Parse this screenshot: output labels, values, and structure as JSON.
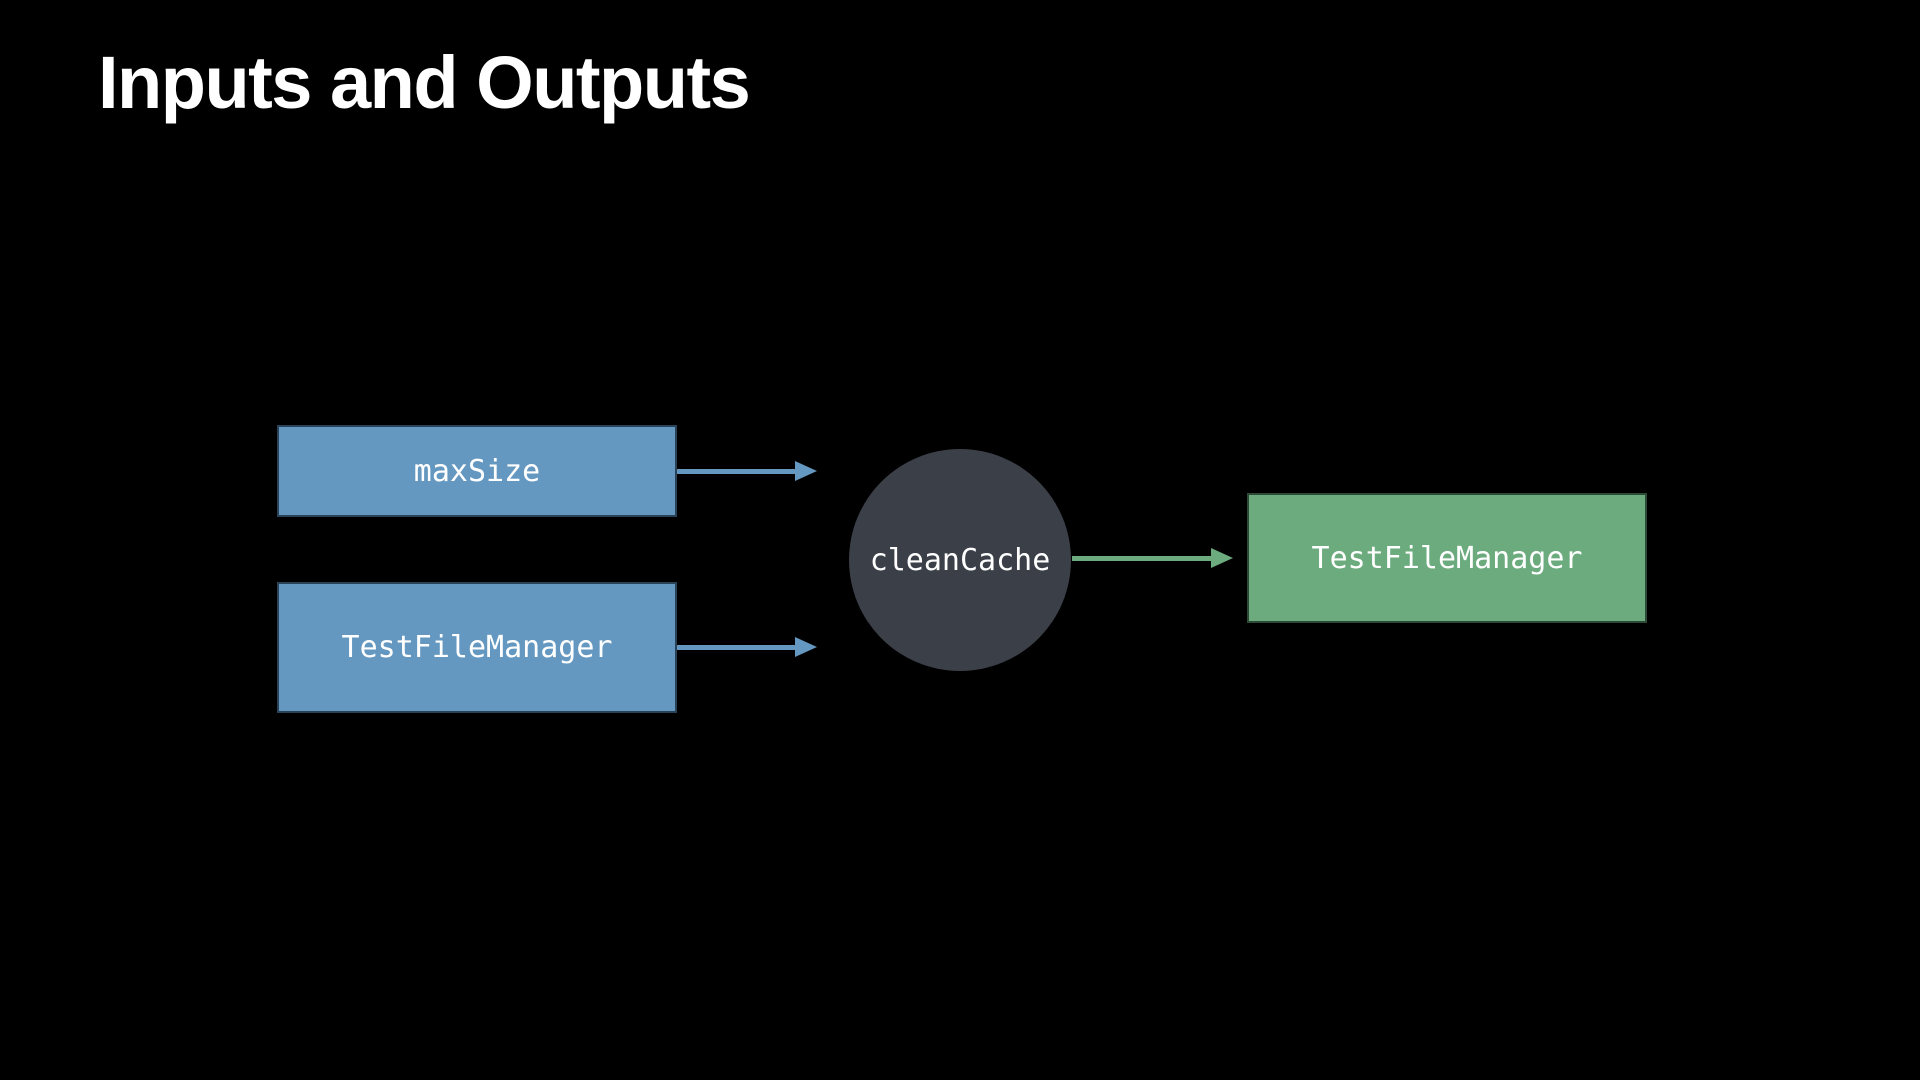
{
  "slide": {
    "title": "Inputs and Outputs"
  },
  "diagram": {
    "inputs": [
      {
        "label": "maxSize"
      },
      {
        "label": "TestFileManager"
      }
    ],
    "process": {
      "label": "cleanCache"
    },
    "output": {
      "label": "TestFileManager"
    },
    "arrows": [
      {
        "from": "maxSize",
        "to": "cleanCache"
      },
      {
        "from": "TestFileManager",
        "to": "cleanCache"
      },
      {
        "from": "cleanCache",
        "to": "TestFileManager"
      }
    ]
  },
  "colors": {
    "background": "#000000",
    "title_text": "#ffffff",
    "node_text": "#ffffff",
    "input_fill": "#6598c0",
    "input_border": "#2a4257",
    "input_arrow": "#6598c0",
    "process_fill": "#3a3f48",
    "output_fill": "#6bab7d",
    "output_border": "#2c4a36",
    "output_arrow": "#6bab7d"
  }
}
